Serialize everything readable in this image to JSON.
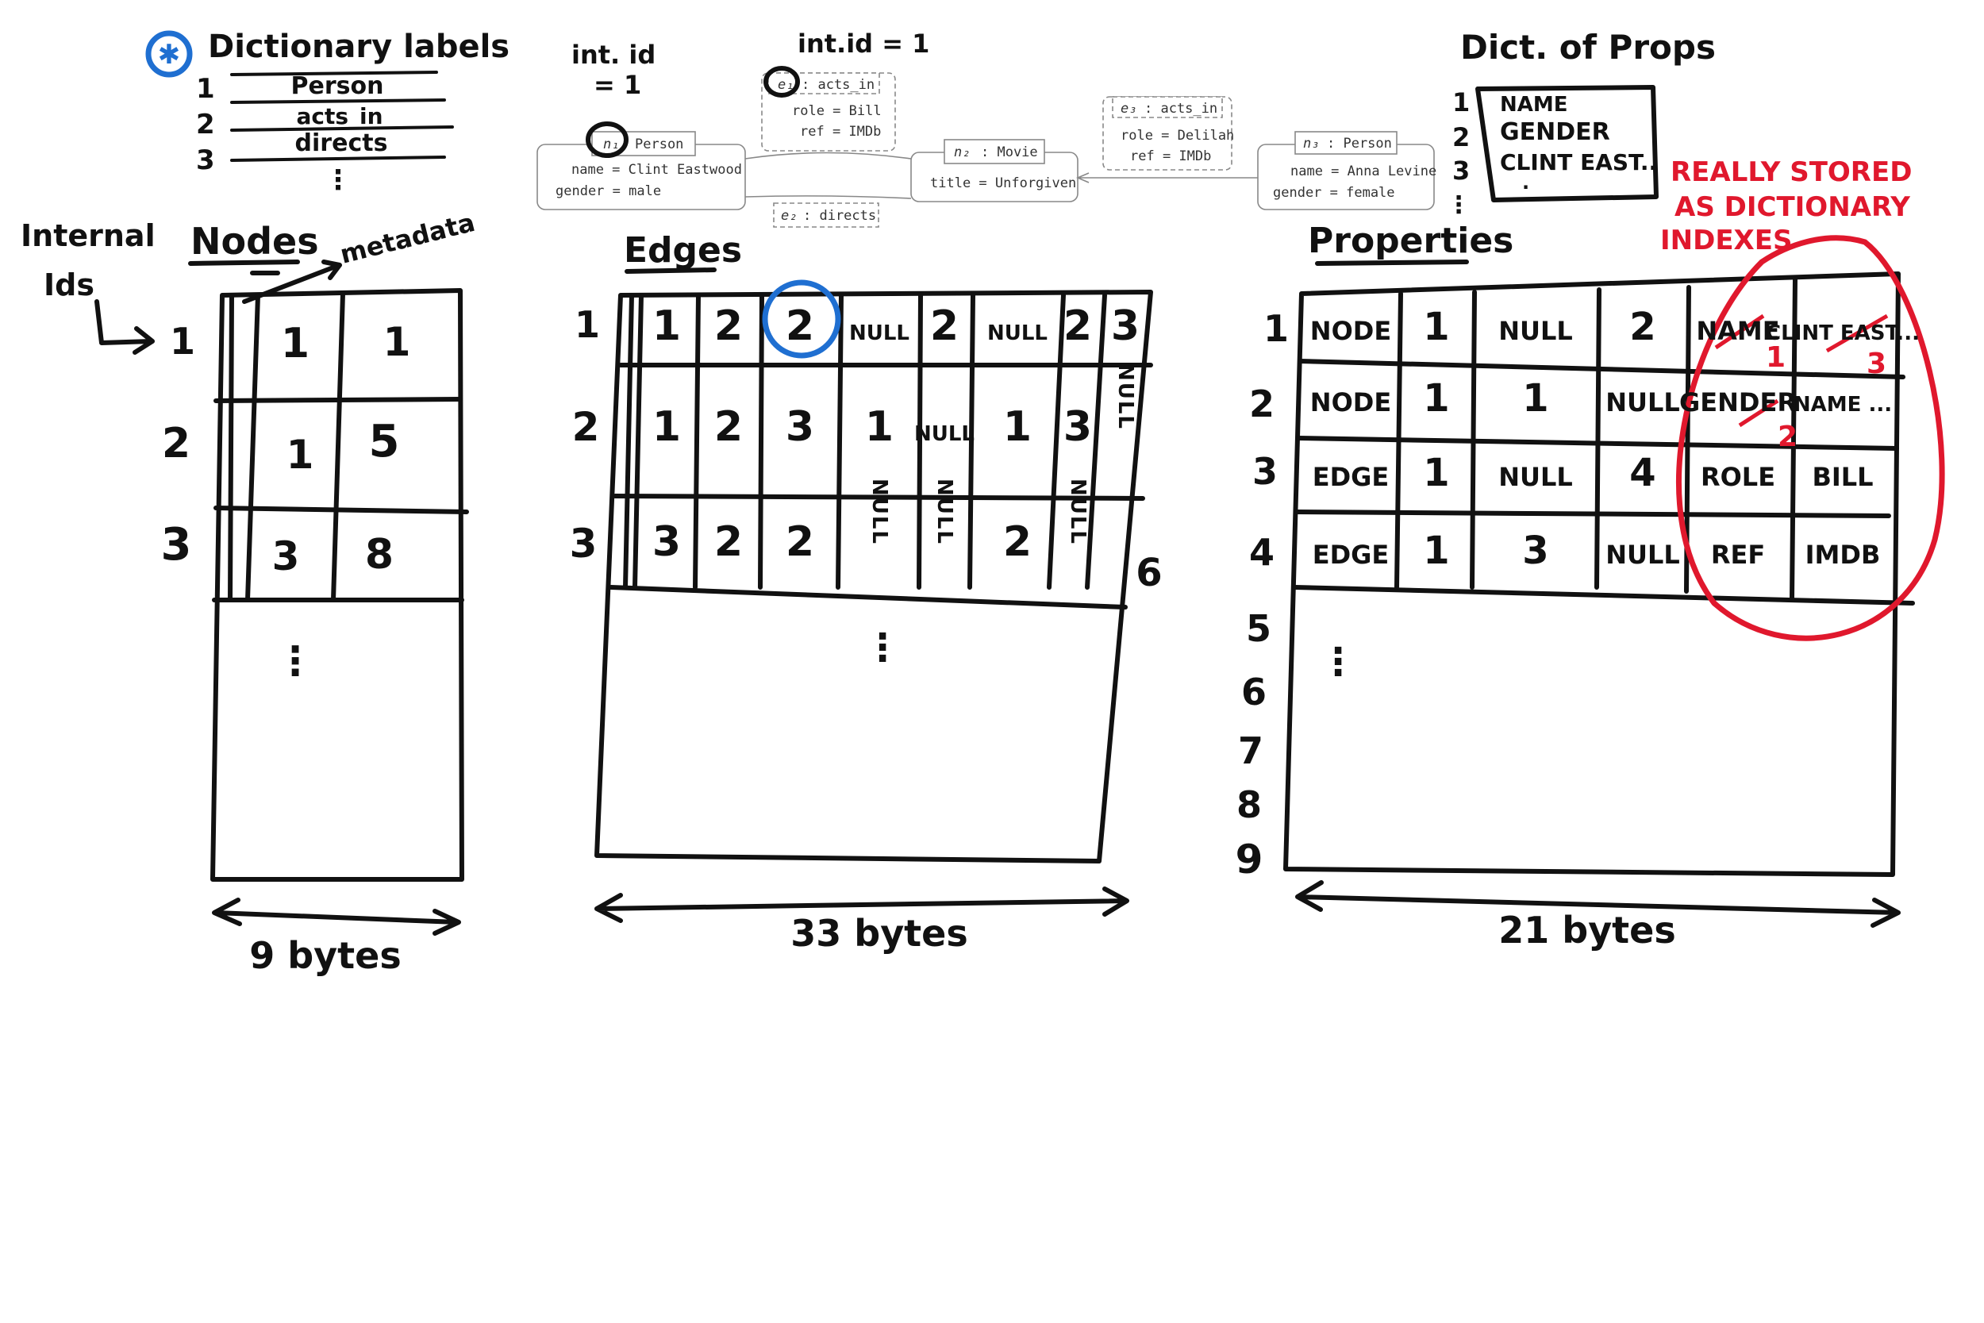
{
  "colors": {
    "ink": "#111111",
    "blue": "#1f6fd1",
    "red": "#e0182d",
    "gray": "#888888"
  },
  "labels_dict": {
    "title": "Dictionary labels",
    "numbers": [
      "1",
      "2",
      "3"
    ],
    "entries": [
      "Person",
      "acts_in",
      "directs"
    ],
    "more": "⋮"
  },
  "internal_ids": {
    "label": [
      "Internal",
      "Ids"
    ]
  },
  "graph": {
    "int_id_node": [
      "int. id",
      "= 1"
    ],
    "int_id_edge": "int.id = 1",
    "n1": {
      "id": "n₁",
      "label": "Person",
      "props": [
        "name = Clint Eastwood",
        "gender = male"
      ]
    },
    "n2": {
      "id": "n₂",
      "label": ": Movie",
      "props": [
        "title = Unforgiven"
      ]
    },
    "n3": {
      "id": "n₃",
      "label": ": Person",
      "props": [
        "name = Anna Levine",
        "gender = female"
      ]
    },
    "e1": {
      "id": "e₁",
      "label": ": acts_in",
      "props": [
        "role = Bill",
        "ref = IMDb"
      ]
    },
    "e2": {
      "id": "e₂",
      "label": ": directs"
    },
    "e3": {
      "id": "e₃",
      "label": ": acts_in",
      "props": [
        "role = Delilah",
        "ref = IMDb"
      ]
    }
  },
  "props_dict": {
    "title": "Dict. of Props",
    "numbers": [
      "1",
      "2",
      "3"
    ],
    "entries": [
      "NAME",
      "GENDER",
      "CLINT EAST.."
    ],
    "more": "⋮"
  },
  "nodes_table": {
    "title": "Nodes",
    "annotation": "metadata",
    "row_ids": [
      "1",
      "2",
      "3"
    ],
    "rows": [
      [
        "1",
        "1"
      ],
      [
        "1",
        "5"
      ],
      [
        "3",
        "8"
      ]
    ],
    "ellipsis": "⋮",
    "size_label": "9 bytes"
  },
  "edges_table": {
    "title": "Edges",
    "row_ids": [
      "1",
      "2",
      "3"
    ],
    "rows": [
      [
        "1",
        "2",
        "2",
        "NULL",
        "2",
        "NULL",
        "2",
        "3"
      ],
      [
        "1",
        "2",
        "3",
        "1",
        "NULL",
        "1",
        "3",
        "NULL"
      ],
      [
        "3",
        "2",
        "2",
        "NULL",
        "NULL",
        "2",
        "NULL",
        "6"
      ]
    ],
    "ellipsis": "⋮",
    "size_label": "33 bytes"
  },
  "properties_table": {
    "title": "Properties",
    "row_ids": [
      "1",
      "2",
      "3",
      "4",
      "5",
      "6",
      "7",
      "8",
      "9"
    ],
    "rows": [
      [
        "NODE",
        "1",
        "NULL",
        "2",
        "NAME",
        "CLINT EAST..."
      ],
      [
        "NODE",
        "1",
        "1",
        "NULL",
        "GENDER",
        "NAME ..."
      ],
      [
        "EDGE",
        "1",
        "NULL",
        "4",
        "ROLE",
        "BILL"
      ],
      [
        "EDGE",
        "1",
        "3",
        "NULL",
        "REF",
        "IMDB"
      ]
    ],
    "ellipsis": "⋮",
    "size_label": "21 bytes",
    "corrections": [
      "1",
      "3",
      "2"
    ]
  },
  "red_note": [
    "REALLY STORED",
    "AS DICTIONARY",
    "INDEXES"
  ]
}
